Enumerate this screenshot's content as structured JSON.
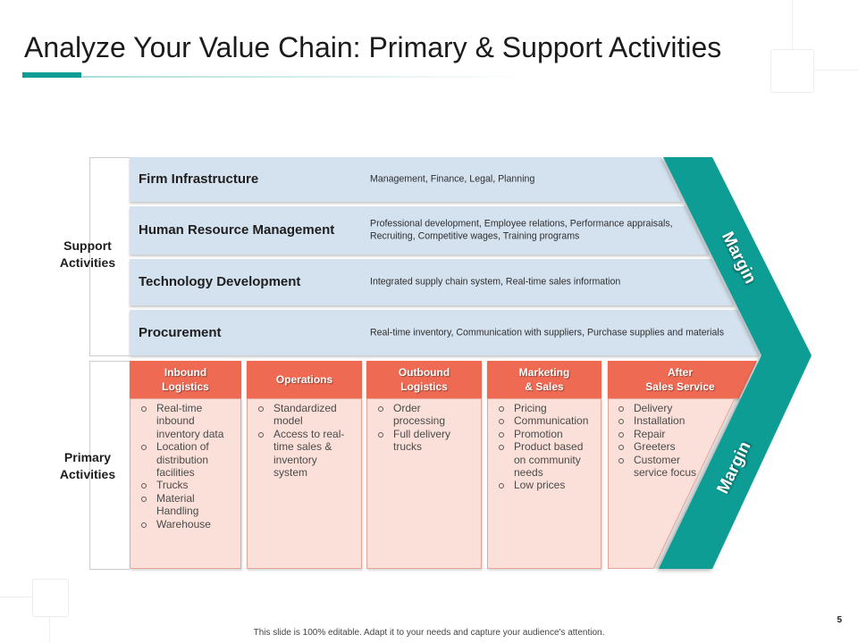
{
  "slide": {
    "title": "Analyze Your Value Chain: Primary & Support Activities",
    "footer": "This slide is 100% editable. Adapt it to your needs and capture your audience's attention.",
    "page_number": "5"
  },
  "colors": {
    "accent_teal": "#0f9d95",
    "support_fill": "#d4e1ef",
    "primary_header": "#ef6a53",
    "primary_body": "#fbe0da",
    "primary_border": "#e6a398",
    "label_text": "#1e1e1e",
    "body_text": "#4a4a4a"
  },
  "value_chain": {
    "support_label": "Support\nActivities",
    "primary_label": "Primary\nActivities",
    "margin_label": "Margin",
    "support_activities": [
      {
        "name": "Firm Infrastructure",
        "description": "Management, Finance, Legal, Planning"
      },
      {
        "name": "Human Resource Management",
        "description": "Professional development, Employee relations, Performance appraisals,\nRecruiting, Competitive wages, Training programs"
      },
      {
        "name": "Technology Development",
        "description": "Integrated supply chain system, Real-time sales information"
      },
      {
        "name": "Procurement",
        "description": "Real-time inventory, Communication with suppliers, Purchase supplies and materials"
      }
    ],
    "primary_activities": [
      {
        "title": "Inbound\nLogistics",
        "items": [
          "Real-time inbound inventory data",
          "Location of distribution facilities",
          "Trucks",
          "Material Handling",
          "Warehouse"
        ]
      },
      {
        "title": "Operations",
        "items": [
          "Standardized model",
          "Access to real-time sales & inventory system"
        ]
      },
      {
        "title": "Outbound\nLogistics",
        "items": [
          "Order processing",
          "Full delivery trucks"
        ]
      },
      {
        "title": "Marketing\n& Sales",
        "items": [
          "Pricing",
          "Communication",
          "Promotion",
          "Product based on community needs",
          "Low prices"
        ]
      },
      {
        "title": "After\nSales Service",
        "items": [
          "Delivery",
          "Installation",
          "Repair",
          "Greeters",
          "Customer service focus"
        ]
      }
    ]
  }
}
